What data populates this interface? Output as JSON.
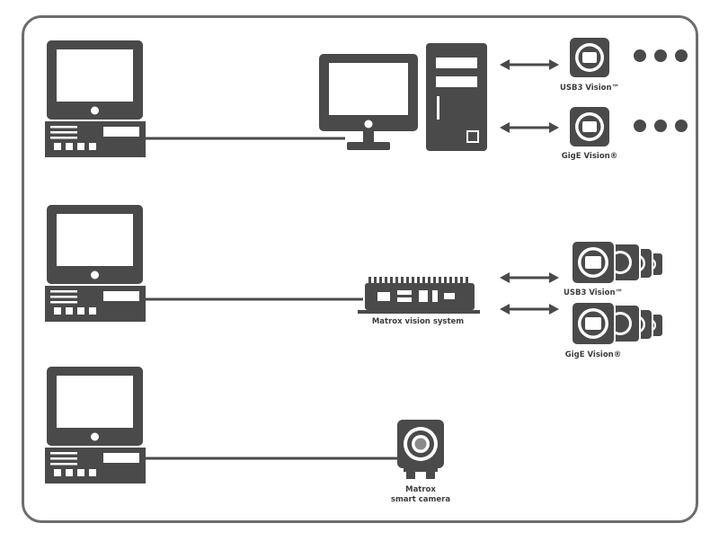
{
  "labels": {
    "usb3_row1": "USB3 Vision™",
    "gige_row1": "GigE Vision®",
    "usb3_row2": "USB3 Vision™",
    "gige_row2": "GigE Vision®",
    "vision_system": "Matrox vision system",
    "smart_camera_line1": "Matrox",
    "smart_camera_line2": "smart camera"
  },
  "colors": {
    "device": "#4a4a4a",
    "frame": "#6d6d6d",
    "text": "#3d3d3d"
  },
  "icons": [
    "monitor-icon",
    "desktop-tower-icon",
    "camera-icon",
    "arrow-icon",
    "embedded-box-icon",
    "smart-camera-icon",
    "ellipsis-dots-icon"
  ]
}
